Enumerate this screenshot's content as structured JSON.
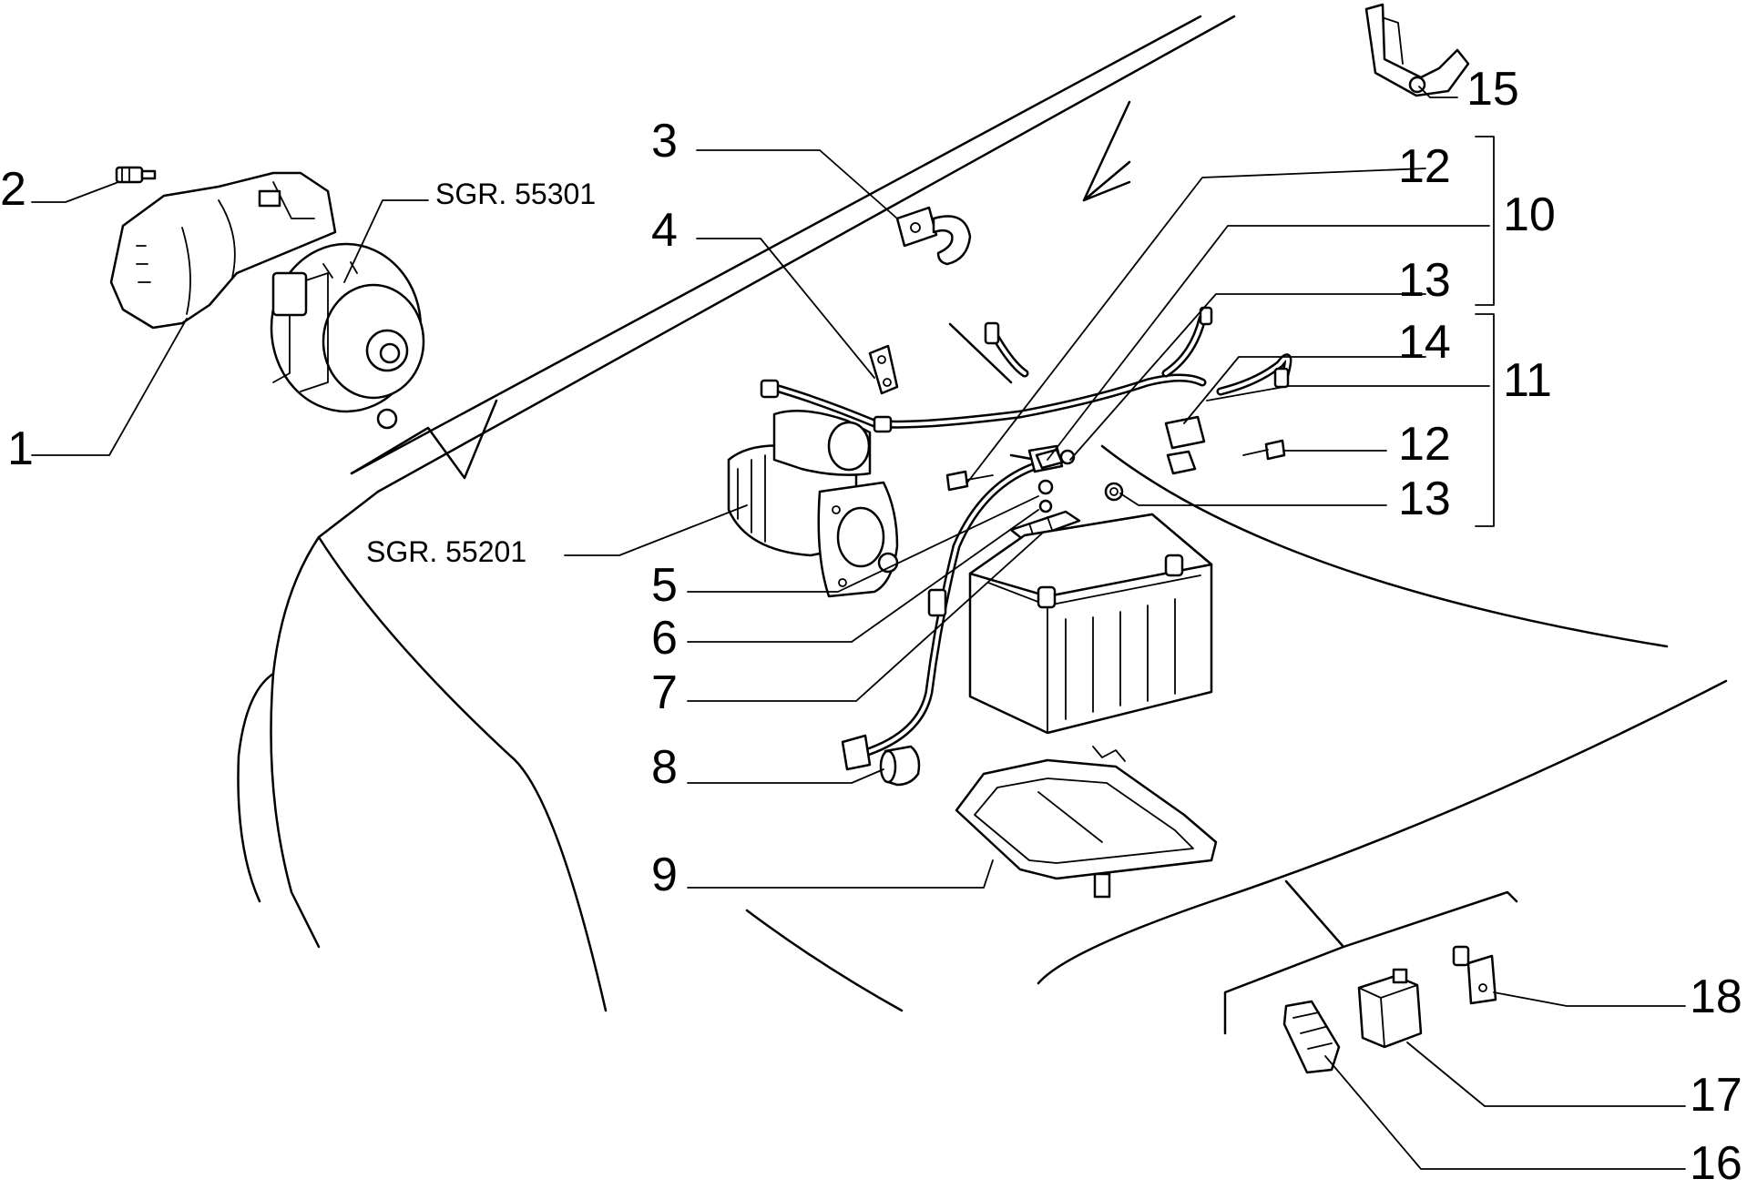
{
  "callouts": {
    "c1": "1",
    "c2": "2",
    "c3": "3",
    "c4": "4",
    "c5": "5",
    "c6": "6",
    "c7": "7",
    "c8": "8",
    "c9": "9",
    "c10": "10",
    "c11": "11",
    "c12a": "12",
    "c12b": "12",
    "c13a": "13",
    "c13b": "13",
    "c14": "14",
    "c15": "15",
    "c16": "16",
    "c17": "17",
    "c18": "18"
  },
  "references": {
    "alternator_group": "SGR. 55301",
    "starter_group": "SGR. 55201"
  }
}
